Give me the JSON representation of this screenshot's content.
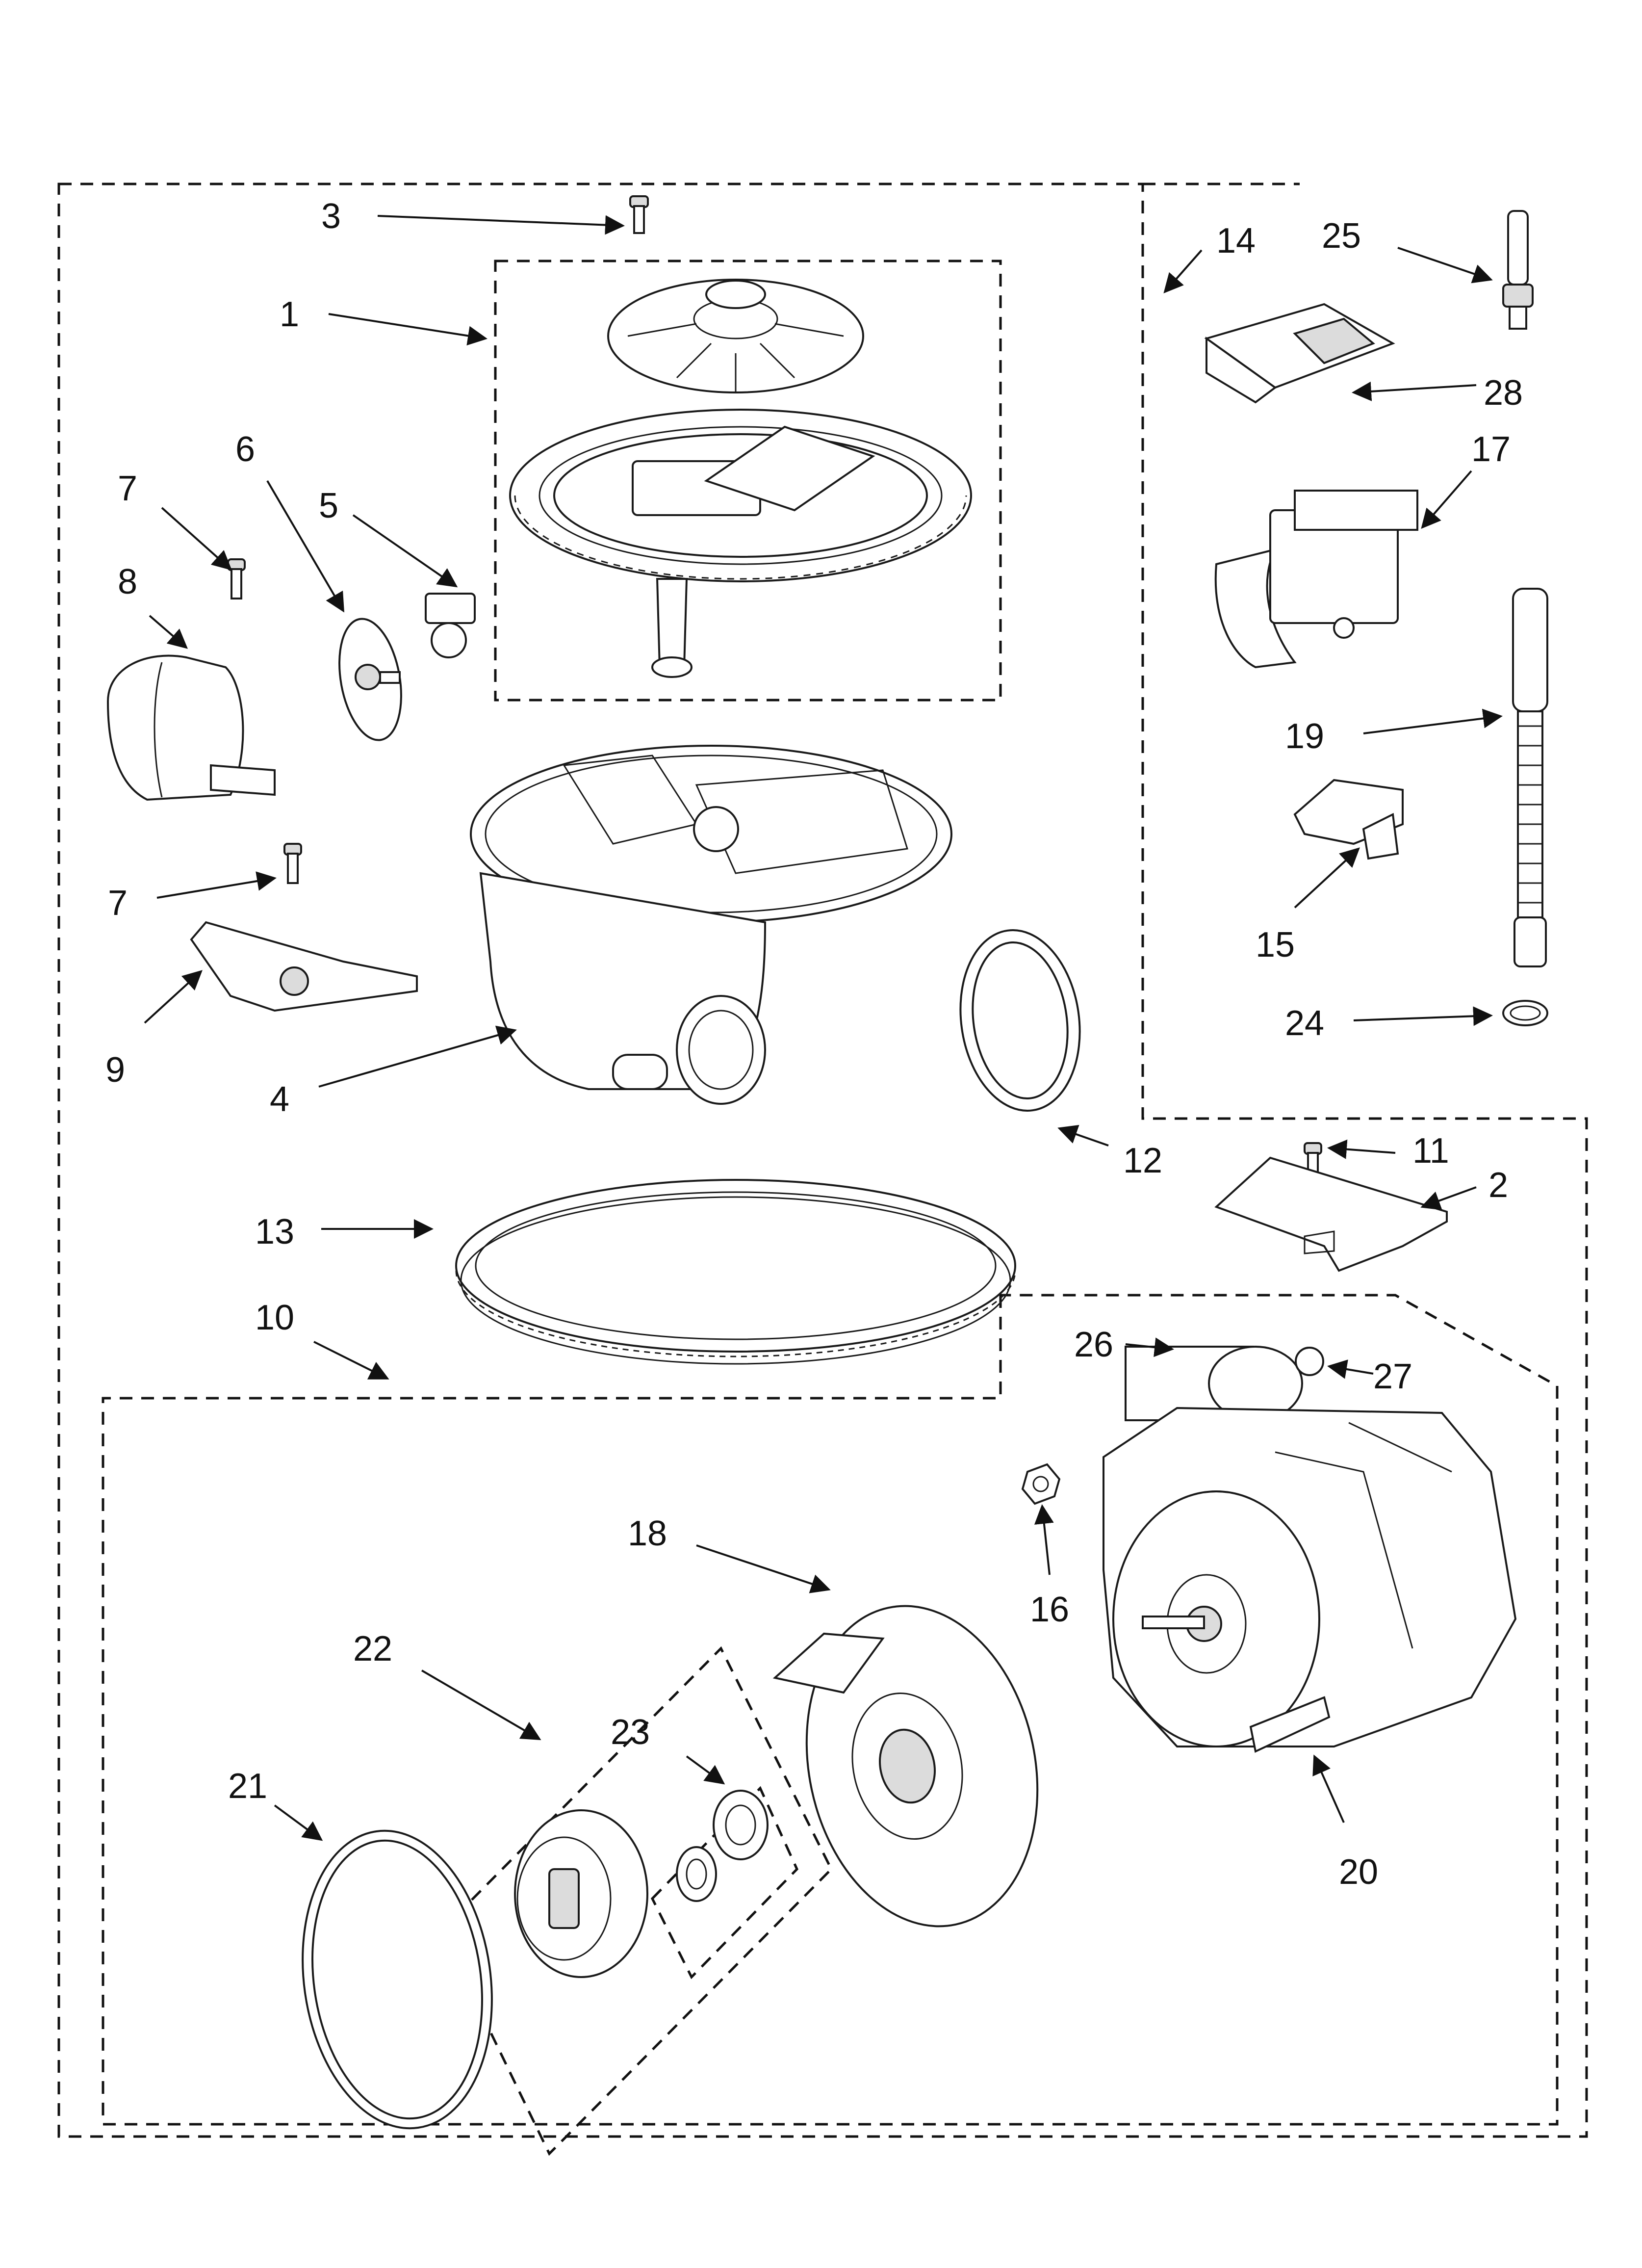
{
  "callouts": [
    {
      "id": "c1",
      "text": "1"
    },
    {
      "id": "c2",
      "text": "2"
    },
    {
      "id": "c3",
      "text": "3"
    },
    {
      "id": "c4",
      "text": "4"
    },
    {
      "id": "c5",
      "text": "5"
    },
    {
      "id": "c6",
      "text": "6"
    },
    {
      "id": "c7a",
      "text": "7"
    },
    {
      "id": "c7b",
      "text": "7"
    },
    {
      "id": "c8",
      "text": "8"
    },
    {
      "id": "c9",
      "text": "9"
    },
    {
      "id": "c10",
      "text": "10"
    },
    {
      "id": "c11",
      "text": "11"
    },
    {
      "id": "c12",
      "text": "12"
    },
    {
      "id": "c13",
      "text": "13"
    },
    {
      "id": "c14",
      "text": "14"
    },
    {
      "id": "c15",
      "text": "15"
    },
    {
      "id": "c16",
      "text": "16"
    },
    {
      "id": "c17",
      "text": "17"
    },
    {
      "id": "c18",
      "text": "18"
    },
    {
      "id": "c19",
      "text": "19"
    },
    {
      "id": "c20",
      "text": "20"
    },
    {
      "id": "c21",
      "text": "21"
    },
    {
      "id": "c22",
      "text": "22"
    },
    {
      "id": "c23",
      "text": "23"
    },
    {
      "id": "c24",
      "text": "24"
    },
    {
      "id": "c25",
      "text": "25"
    },
    {
      "id": "c26",
      "text": "26"
    },
    {
      "id": "c27",
      "text": "27"
    },
    {
      "id": "c28",
      "text": "28"
    }
  ],
  "colors": {
    "line": "#1a1a1a",
    "background": "#ffffff",
    "shade": "#dcdcdc"
  }
}
